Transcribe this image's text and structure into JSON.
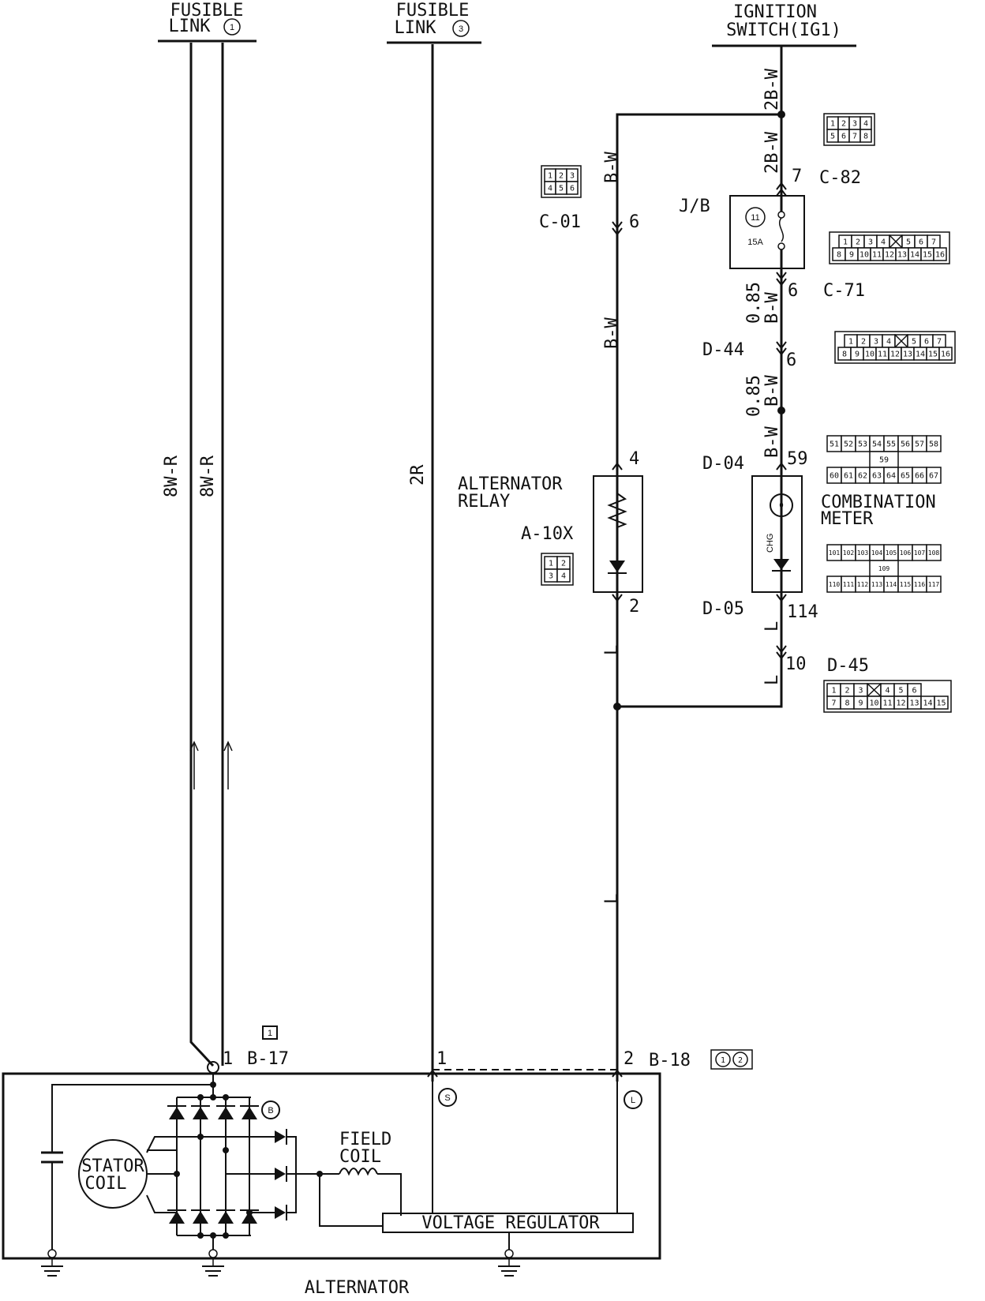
{
  "sources": {
    "fusible_link_1": {
      "line1": "FUSIBLE",
      "line2": "LINK",
      "num": "1"
    },
    "fusible_link_3": {
      "line1": "FUSIBLE",
      "line2": "LINK",
      "num": "3"
    },
    "ignition_switch": {
      "line1": "IGNITION",
      "line2": "SWITCH(IG1)"
    }
  },
  "wires": {
    "w_8wr": "8W-R",
    "w_2r": "2R",
    "w_2bw": "2B-W",
    "w_bw": "B-W",
    "w_085": "0.85",
    "w_l": "L"
  },
  "connectors": {
    "c82": "C-82",
    "c01": "C-01",
    "c71": "C-71",
    "d44": "D-44",
    "d04": "D-04",
    "d05": "D-05",
    "d45": "D-45",
    "a10x": "A-10X",
    "b17": "B-17",
    "b18": "B-18"
  },
  "pins": {
    "p7": "7",
    "p6": "6",
    "p4": "4",
    "p2": "2",
    "p59": "59",
    "p114": "114",
    "p10": "10",
    "p1": "1"
  },
  "junction_block": {
    "label": "J/B",
    "fuse_num": "11",
    "fuse_rating": "15A"
  },
  "components": {
    "relay_line1": "ALTERNATOR",
    "relay_line2": "RELAY",
    "meter_line1": "COMBINATION",
    "meter_line2": "METER",
    "chg": "CHG",
    "stator_line1": "STATOR",
    "stator_line2": "COIL",
    "field_line1": "FIELD",
    "field_line2": "COIL",
    "voltage_regulator": "VOLTAGE REGULATOR",
    "alternator": "ALTERNATOR",
    "term_b": "B",
    "term_s": "S",
    "term_l": "L",
    "b17_badge": "1"
  },
  "pinouts": {
    "c82": [
      [
        "1",
        "2",
        "3",
        "4"
      ],
      [
        "5",
        "6",
        "7",
        "8"
      ]
    ],
    "c01": [
      [
        "1",
        "2",
        "3"
      ],
      [
        "4",
        "5",
        "6"
      ]
    ],
    "c71": [
      [
        "1",
        "2",
        "3",
        "4",
        "",
        "5",
        "6",
        "7"
      ],
      [
        "8",
        "9",
        "10",
        "11",
        "12",
        "13",
        "14",
        "15",
        "16"
      ]
    ],
    "d44": [
      [
        "1",
        "2",
        "3",
        "4",
        "",
        "5",
        "6",
        "7"
      ],
      [
        "8",
        "9",
        "10",
        "11",
        "12",
        "13",
        "14",
        "15",
        "16"
      ]
    ],
    "d04_top": [
      "51",
      "52",
      "53",
      "54",
      "55",
      "56",
      "57",
      "58"
    ],
    "d04_mid": "59",
    "d04_bot": [
      "60",
      "61",
      "62",
      "63",
      "64",
      "65",
      "66",
      "67"
    ],
    "d05_top": [
      "101",
      "102",
      "103",
      "104",
      "105",
      "106",
      "107",
      "108"
    ],
    "d05_mid": "109",
    "d05_bot": [
      "110",
      "111",
      "112",
      "113",
      "114",
      "115",
      "116",
      "117"
    ],
    "a10x": [
      [
        "1",
        "2"
      ],
      [
        "3",
        "4"
      ]
    ],
    "d45": [
      [
        "1",
        "2",
        "3",
        "",
        "4",
        "5",
        "6"
      ],
      [
        "7",
        "8",
        "9",
        "10",
        "11",
        "12",
        "13",
        "14",
        "15"
      ]
    ],
    "b18": [
      "1",
      "2"
    ]
  }
}
